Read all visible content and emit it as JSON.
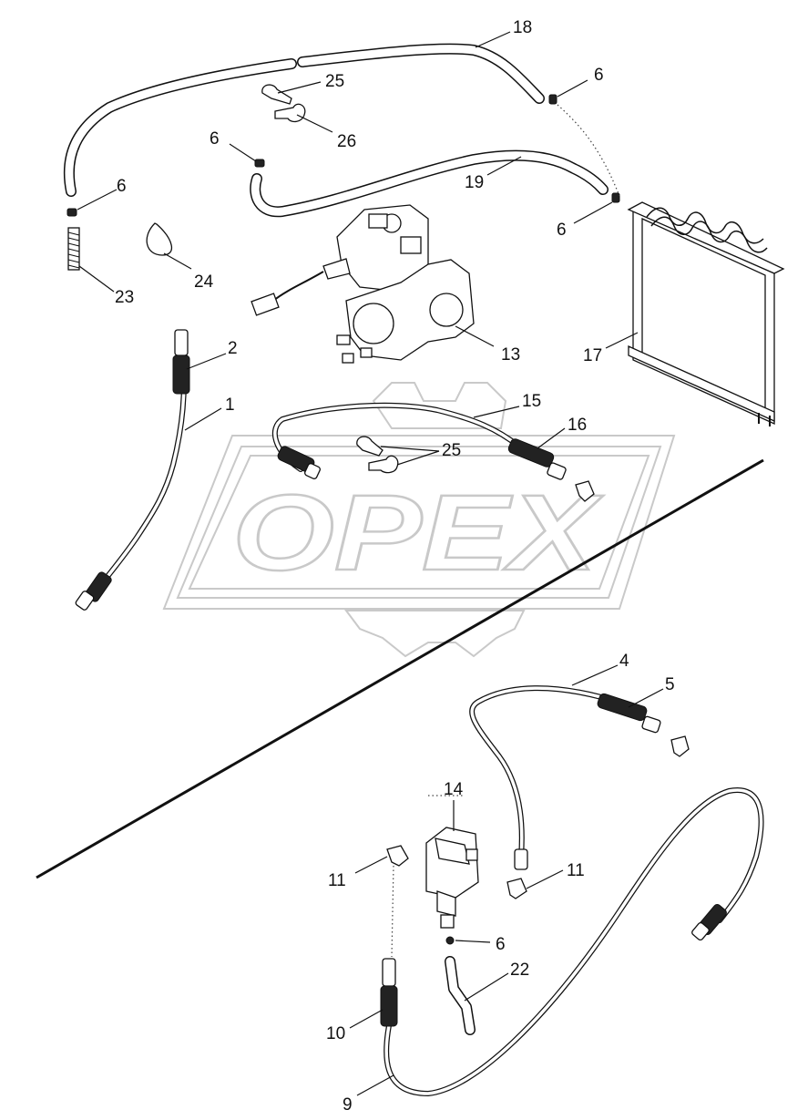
{
  "watermark": {
    "text": "OPEX"
  },
  "labels": {
    "l18": "18",
    "l25a": "25",
    "l26": "26",
    "l6a": "6",
    "l6b": "6",
    "l19": "19",
    "l6c": "6",
    "l6d": "6",
    "l23": "23",
    "l24": "24",
    "l13": "13",
    "l17": "17",
    "l2": "2",
    "l1": "1",
    "l15": "15",
    "l16": "16",
    "l25b": "25",
    "l4": "4",
    "l5": "5",
    "l14": "14",
    "l11a": "11",
    "l11b": "11",
    "l6e": "6",
    "l22": "22",
    "l10": "10",
    "l9": "9"
  },
  "colors": {
    "ink": "#111111",
    "watermark": "#c9c9c9",
    "background": "#ffffff"
  }
}
